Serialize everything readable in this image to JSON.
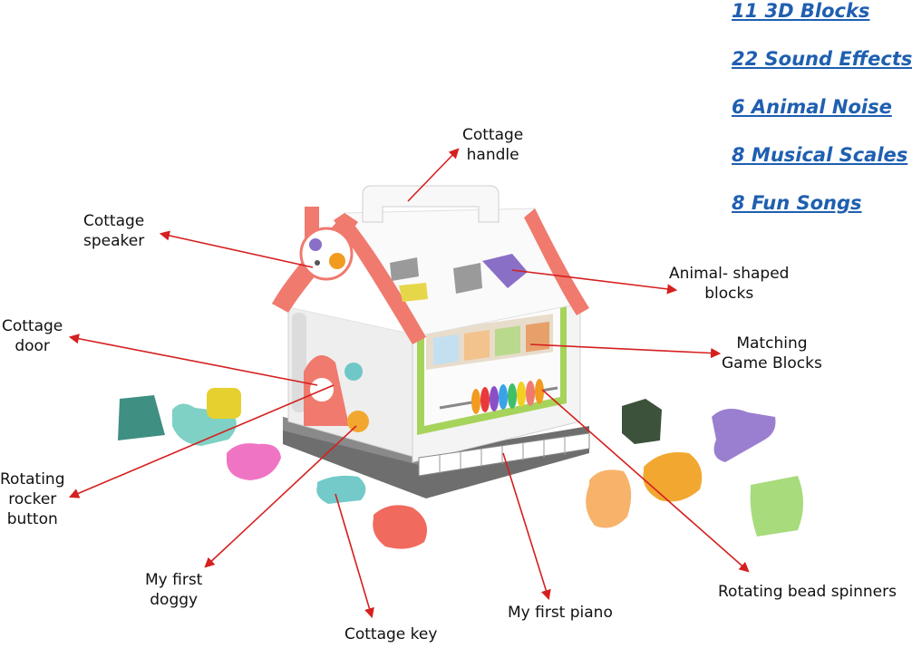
{
  "features": [
    "11 3D Blocks",
    "22 Sound Effects",
    "6 Animal Noise",
    "8 Musical Scales",
    "8 Fun Songs"
  ],
  "labels": {
    "cottage_handle": [
      "Cottage",
      "handle"
    ],
    "cottage_speaker": [
      "Cottage",
      "speaker"
    ],
    "animal_shaped_blocks": [
      "Animal- shaped",
      "blocks"
    ],
    "cottage_door": [
      "Cottage",
      "door"
    ],
    "matching_game_blocks": [
      "Matching",
      "Game Blocks"
    ],
    "rotating_rocker_button": [
      "Rotating",
      "rocker",
      "button"
    ],
    "my_first_doggy": [
      "My first",
      "doggy"
    ],
    "cottage_key": "Cottage key",
    "my_first_piano": "My first piano",
    "rotating_bead_spinners": "Rotating bead spinners"
  },
  "colors": {
    "feature_text": "#1f5fb0",
    "arrow": "#d61f1f",
    "roof": "#f07a6e",
    "house_body": "#eeeeee",
    "base": "#6e6e6e"
  }
}
